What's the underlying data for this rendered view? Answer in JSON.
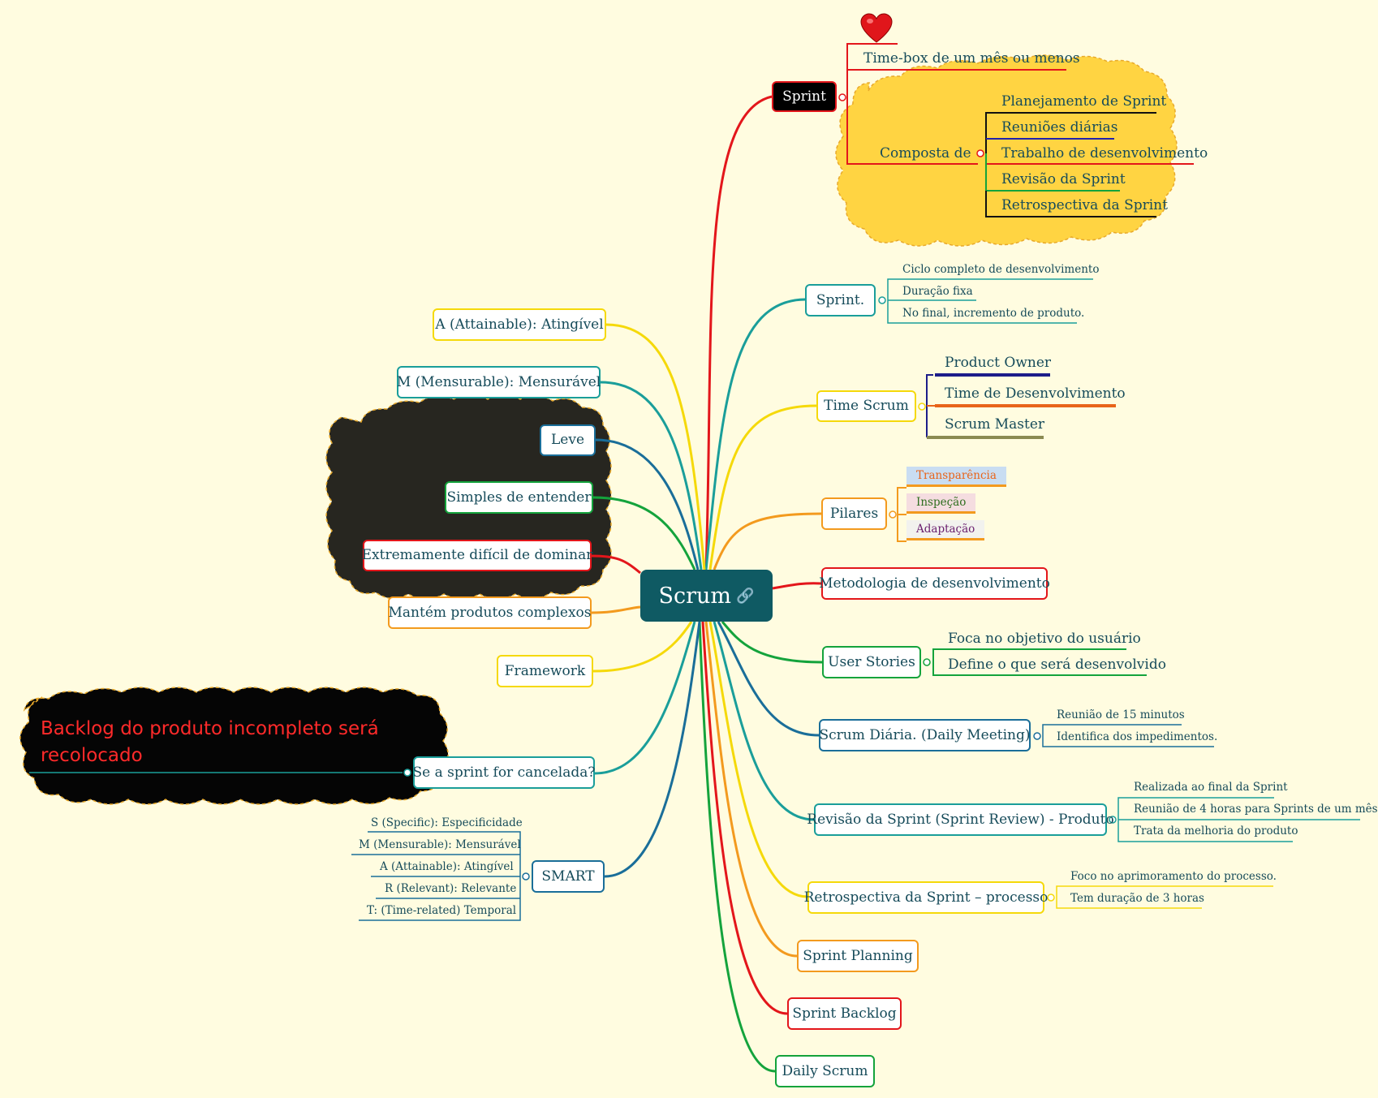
{
  "root": {
    "label": "Scrum",
    "link_icon": "link-icon"
  },
  "nodes": {
    "sprint_black": "Sprint",
    "sprint_dot": "Sprint.",
    "time_scrum": "Time Scrum",
    "pilares": "Pilares",
    "metodologia": "Metodologia de desenvolvimento",
    "user_stories": "User Stories",
    "scrum_diaria": "Scrum Diária. (Daily Meeting)",
    "revisao": "Revisão da Sprint (Sprint Review) - Produto",
    "retrospectiva": "Retrospectiva da Sprint – processo",
    "sprint_planning": "Sprint Planning",
    "sprint_backlog": "Sprint Backlog",
    "daily_scrum": "Daily Scrum",
    "attainable": "A (Attainable): Atingível",
    "mensurable": "M (Mensurable): Mensurável",
    "leve": "Leve",
    "simples": "Simples de entender",
    "extremamente": "Extremamente difícil de dominar",
    "mantem": "Mantém produtos complexos",
    "framework": "Framework",
    "cancelada": "Se a sprint for cancelada?",
    "smart": "SMART"
  },
  "sprint_children": {
    "timebox": "Time-box de um mês ou menos",
    "composta": "Composta de",
    "composta_items": [
      "Planejamento de Sprint",
      "Reuniões diárias",
      "Trabalho de desenvolvimento",
      "Revisão da Sprint",
      "Retrospectiva da Sprint"
    ]
  },
  "sprint_dot_children": [
    "Ciclo completo de desenvolvimento",
    "Duração fixa",
    "No final, incremento de produto."
  ],
  "time_scrum_children": [
    "Product Owner",
    "Time de Desenvolvimento",
    "Scrum Master"
  ],
  "pilares_children": [
    "Transparência",
    "Inspeção",
    "Adaptação"
  ],
  "user_stories_children": [
    "Foca no objetivo do usuário",
    "Define o que será desenvolvido"
  ],
  "scrum_diaria_children": [
    "Reunião de 15 minutos",
    "Identifica dos impedimentos."
  ],
  "revisao_children": [
    "Realizada ao final da Sprint",
    "Reunião de 4 horas para Sprints de um mês",
    "Trata da melhoria do produto"
  ],
  "retrospectiva_children": [
    "Foco no aprimoramento do processo.",
    "Tem duração de 3 horas"
  ],
  "smart_children": [
    "S (Specific): Especificidade",
    "M (Mensurable): Mensurável",
    "A (Attainable): Atingível",
    "R (Relevant): Relevante",
    "T: (Time-related) Temporal"
  ],
  "cancelada_child": "Backlog do produto incompleto será recolocado",
  "colors": {
    "background": "#FFFCE0",
    "root": "#0F5A63",
    "red": "#E3161B",
    "teal": "#1A9E9A",
    "yellow": "#F5D90A",
    "orange": "#F39A1E",
    "green": "#14A33C",
    "blue": "#1A6E99",
    "cloud_yellow": "#FFD442",
    "cloud_dark": "#272620"
  },
  "icons": {
    "sprint_marker": "heart-icon"
  }
}
